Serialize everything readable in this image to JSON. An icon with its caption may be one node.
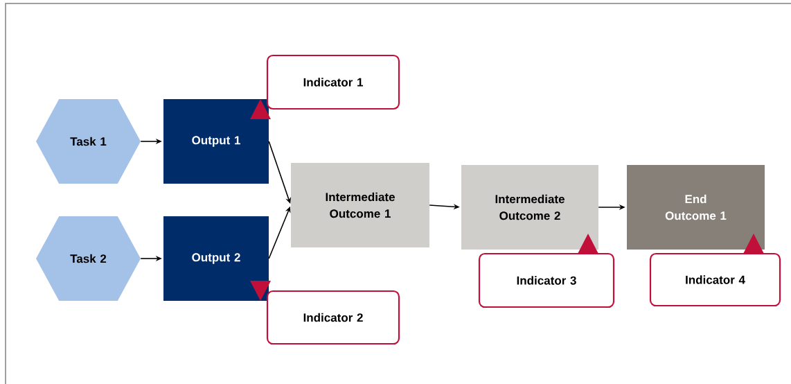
{
  "diagram": {
    "nodes": [
      {
        "text": [
          "Task 1"
        ]
      },
      {
        "text": [
          "Task 2"
        ]
      },
      {
        "text": [
          "Output 1"
        ]
      },
      {
        "text": [
          "Output 2"
        ]
      },
      {
        "text": [
          "Intermediate Outcome 1"
        ]
      },
      {
        "text": [
          "Intermediate Outcome 2"
        ]
      },
      {
        "text": [
          "End Outcome 1"
        ]
      },
      {
        "text": [
          "Indicator 1"
        ]
      },
      {
        "text": [
          "Indicator 2"
        ]
      },
      {
        "text": [
          "Indicator 3"
        ]
      },
      {
        "text": [
          "Indicator 4"
        ]
      }
    ],
    "edges": [
      {
        "from": 0,
        "to": 2,
        "arrow": "to"
      },
      {
        "from": 1,
        "to": 3,
        "arrow": "to"
      },
      {
        "from": 2,
        "to": 4,
        "arrow": "to"
      },
      {
        "from": 3,
        "to": 4,
        "arrow": "to"
      },
      {
        "from": 4,
        "to": 5,
        "arrow": "to"
      },
      {
        "from": 5,
        "to": 6,
        "arrow": "to"
      }
    ]
  }
}
